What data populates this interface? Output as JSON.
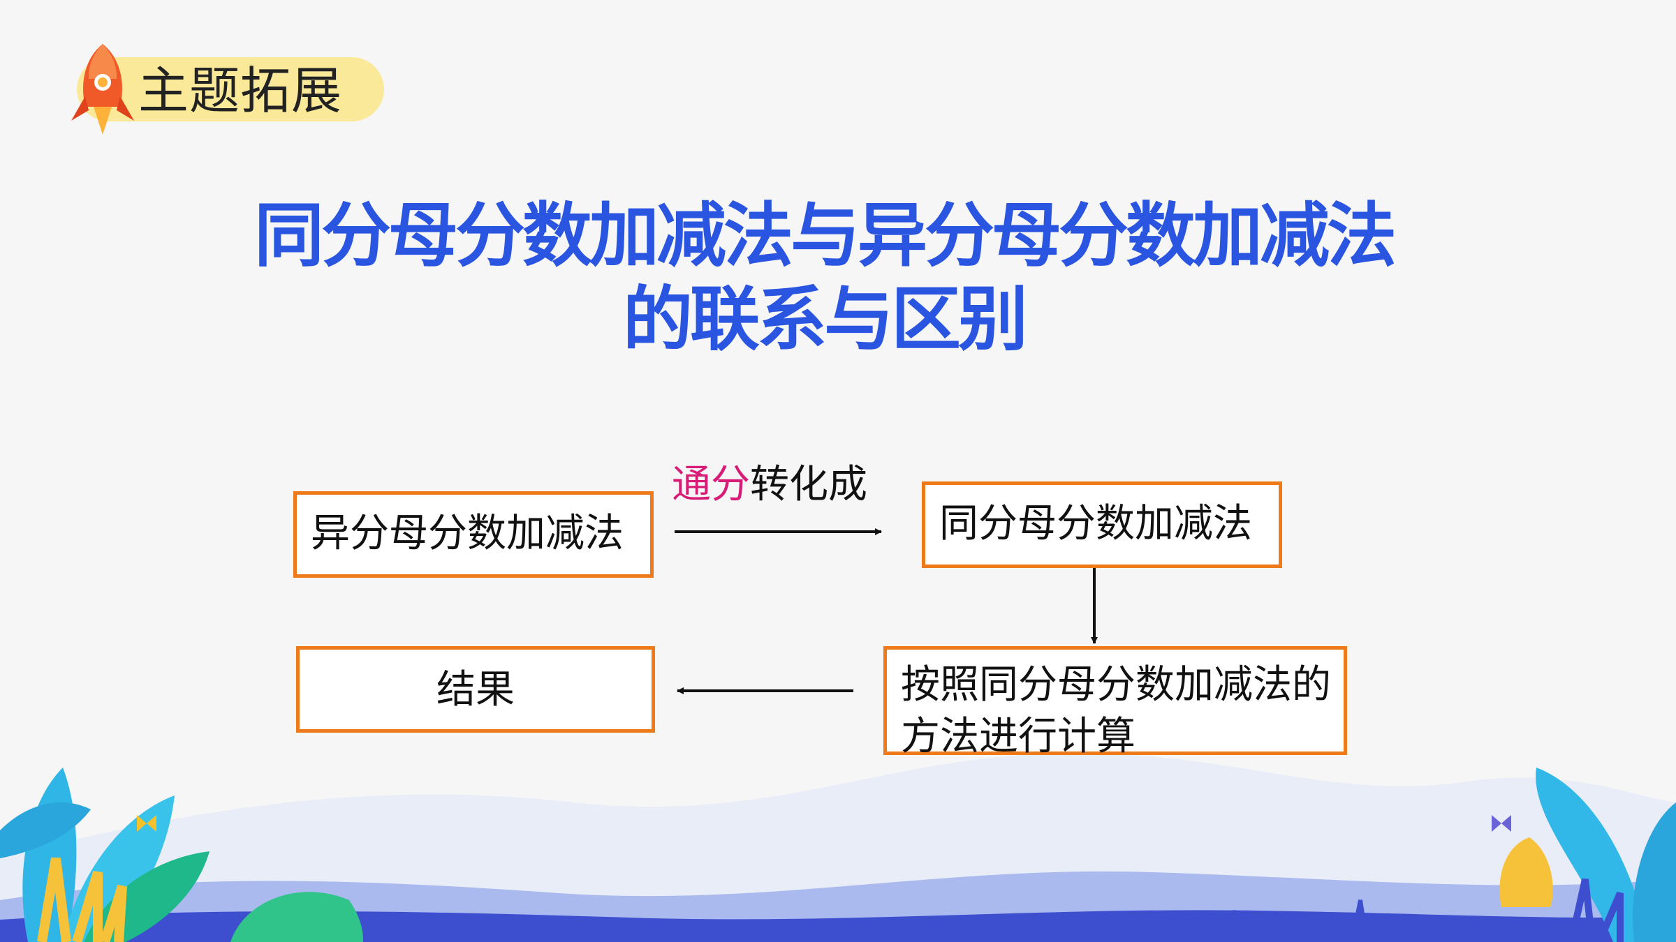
{
  "badge": {
    "label": "主题拓展"
  },
  "title": {
    "line1": "同分母分数加减法与异分母分数加减法",
    "line2": "的联系与区别"
  },
  "diagram": {
    "box_hetero": "异分母分数加减法",
    "box_homo": "同分母分数加减法",
    "box_method": "按照同分母分数加减法的方法进行计算",
    "box_result": "结果",
    "conversion_accent": "通分",
    "conversion_rest": "转化成"
  },
  "colors": {
    "title": "#2a55e0",
    "box_border": "#ef7a1a",
    "accent": "#d81b77",
    "badge_bg": "#fbe99a"
  }
}
